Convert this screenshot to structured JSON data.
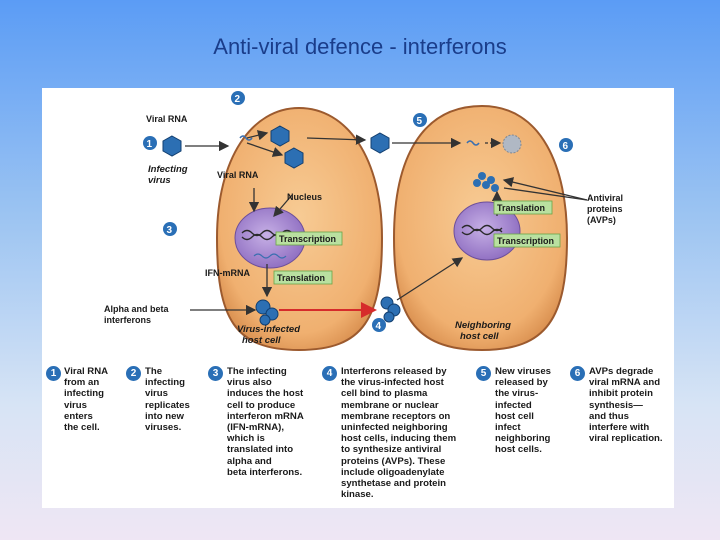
{
  "title": "Anti-viral defence - interferons",
  "diagram": {
    "viral_rna_top": "Viral RNA",
    "infecting_virus": [
      "Infecting",
      "virus"
    ],
    "viral_rna_inner": "Viral RNA",
    "nucleus": "Nucleus",
    "transcription": "Transcription",
    "ifn_mrna": "IFN-mRNA",
    "translation": "Translation",
    "alpha_beta": [
      "Alpha and beta",
      "interferons"
    ],
    "infected_cell": [
      "Virus-infected",
      "host cell"
    ],
    "neighboring_cell": [
      "Neighboring",
      "host cell"
    ],
    "antiviral": [
      "Antiviral",
      "proteins",
      "(AVPs)"
    ],
    "translation_right": "Translation",
    "transcription_right": "Transcription",
    "step_numbers": [
      "1",
      "2",
      "3",
      "4",
      "5",
      "6"
    ]
  },
  "captions": [
    {
      "num": "1",
      "lines": [
        "Viral RNA",
        "from an",
        "infecting",
        "virus",
        "enters",
        "the cell."
      ]
    },
    {
      "num": "2",
      "lines": [
        "The",
        "infecting",
        "virus",
        "replicates",
        "into new",
        "viruses."
      ]
    },
    {
      "num": "3",
      "lines": [
        "The infecting",
        "virus also",
        "induces the host",
        "cell to produce",
        "interferon mRNA",
        "(IFN-mRNA),",
        "which is",
        "translated into",
        "alpha and",
        "beta interferons."
      ]
    },
    {
      "num": "4",
      "lines": [
        "Interferons released by",
        "the virus-infected host",
        "cell bind to plasma",
        "membrane or nuclear",
        "membrane receptors on",
        "uninfected neighboring",
        "host cells, inducing them",
        "to synthesize antiviral",
        "proteins (AVPs). These",
        "include oligoadenylate",
        "synthetase and protein",
        "kinase."
      ]
    },
    {
      "num": "5",
      "lines": [
        "New viruses",
        "released by",
        "the virus-",
        "infected",
        "host cell",
        "infect",
        "neighboring",
        "host cells."
      ]
    },
    {
      "num": "6",
      "lines": [
        "AVPs degrade",
        "viral mRNA and",
        "inhibit protein",
        "synthesis—",
        "and thus",
        "interfere with",
        "viral replication."
      ]
    }
  ],
  "colors": {
    "cell_fill": "#f2b878",
    "cell_edge": "#9c5a2e",
    "nucleus": "#a98bd0",
    "virus": "#2c6fb3",
    "label_box": "#b9e0a0",
    "number_circle": "#2a6fb6",
    "interferon_arrow": "#d62b2b"
  }
}
